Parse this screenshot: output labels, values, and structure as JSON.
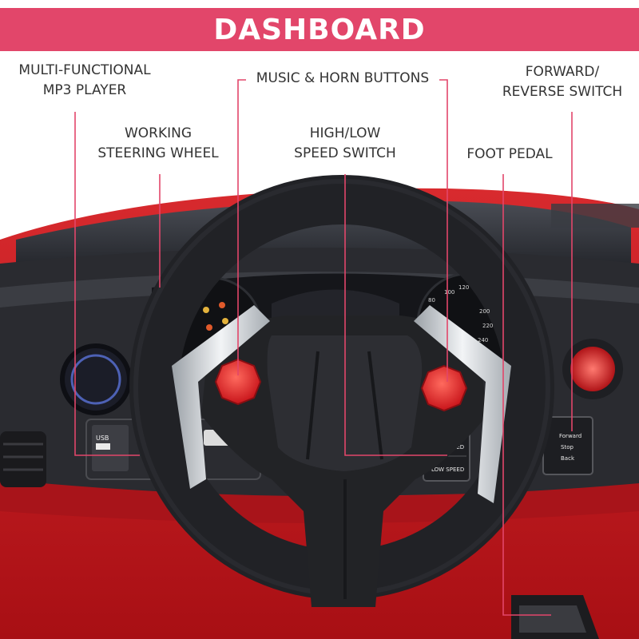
{
  "banner": {
    "title": "DASHBOARD"
  },
  "labels": {
    "mp3": {
      "line1": "MULTI-FUNCTIONAL",
      "line2": "MP3 PLAYER"
    },
    "steering": {
      "line1": "WORKING",
      "line2": "STEERING WHEEL"
    },
    "music_horn": {
      "text": "MUSIC & HORN BUTTONS"
    },
    "speed": {
      "line1": "HIGH/LOW",
      "line2": "SPEED SWITCH"
    },
    "forward": {
      "line1": "FORWARD/",
      "line2": "REVERSE SWITCH"
    },
    "pedal": {
      "text": "FOOT PEDAL"
    }
  },
  "panel_text": {
    "usb": "USB",
    "high_speed": "HIGH SPEED",
    "low_speed": "LOW SPEED",
    "forward": "Forward",
    "stop": "Stop",
    "back": "Back",
    "speedo_ticks": [
      "80",
      "100",
      "120",
      "200",
      "220",
      "240"
    ]
  },
  "colors": {
    "brand": "#e2466a",
    "car_body": "#c8171d",
    "wheel": "#222222",
    "button": "#e8282c",
    "leader": "#e2466a"
  }
}
